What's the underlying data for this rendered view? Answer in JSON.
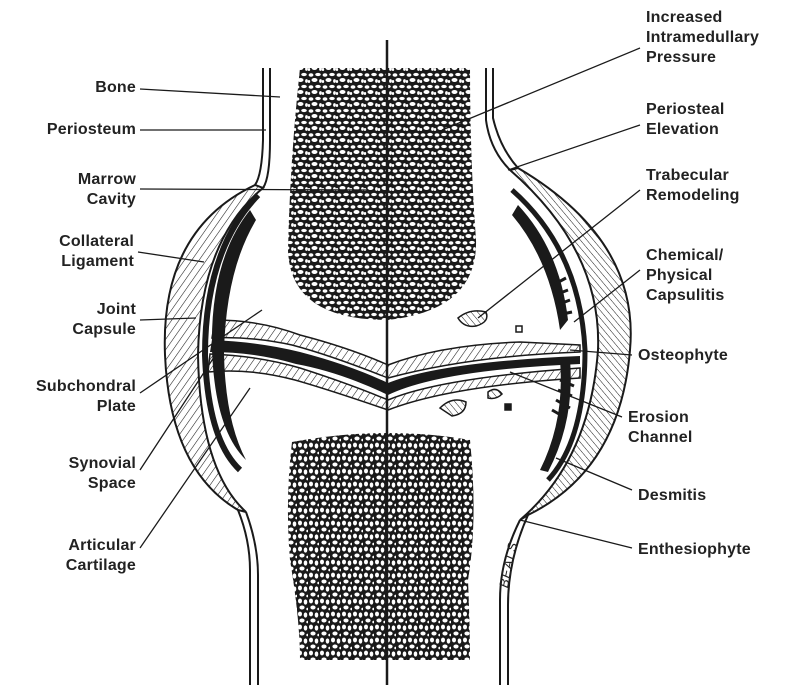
{
  "labels_left": {
    "bone": [
      "Bone"
    ],
    "periosteum": [
      "Periosteum"
    ],
    "marrow_cavity": [
      "Marrow",
      "Cavity"
    ],
    "collateral_ligament": [
      "Collateral",
      "Ligament"
    ],
    "joint_capsule": [
      "Joint",
      "Capsule"
    ],
    "subchondral_plate": [
      "Subchondral",
      "Plate"
    ],
    "synovial_space": [
      "Synovial",
      "Space"
    ],
    "articular_cartilage": [
      "Articular",
      "Cartilage"
    ]
  },
  "labels_right": {
    "increased_intramedullary_pressure": [
      "Increased",
      "Intramedullary",
      "Pressure"
    ],
    "periosteal_elevation": [
      "Periosteal",
      "Elevation"
    ],
    "trabecular_remodeling": [
      "Trabecular",
      "Remodeling"
    ],
    "chemical_physical_capsulitis": [
      "Chemical/",
      "Physical",
      "Capsulitis"
    ],
    "osteophyte": [
      "Osteophyte"
    ],
    "erosion_channel": [
      "Erosion",
      "Channel"
    ],
    "desmitis": [
      "Desmitis"
    ],
    "enthesiophyte": [
      "Enthesiophyte"
    ]
  },
  "signature": "BEALS",
  "colors": {
    "ink": "#1a1a1a",
    "paper": "#ffffff"
  }
}
